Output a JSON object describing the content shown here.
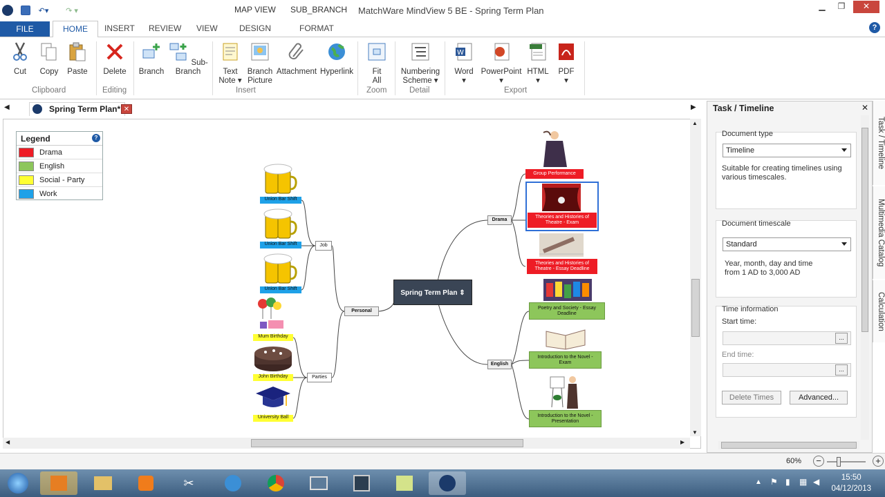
{
  "window": {
    "title": "MatchWare MindView 5 BE - Spring Term Plan",
    "context_tabs": [
      "MAP VIEW",
      "SUB_BRANCH"
    ]
  },
  "ribbon_tabs": [
    "FILE",
    "HOME",
    "INSERT",
    "REVIEW",
    "VIEW",
    "DESIGN",
    "FORMAT"
  ],
  "ribbon": {
    "clipboard": {
      "label": "Clipboard",
      "cut": "Cut",
      "copy": "Copy",
      "paste": "Paste"
    },
    "editing": {
      "label": "Editing",
      "delete": "Delete"
    },
    "insert": {
      "label": "Insert",
      "branch": "Branch",
      "sub_branch": "Sub-Branch",
      "text_note_1": "Text",
      "text_note_2": "Note",
      "branch_picture_1": "Branch",
      "branch_picture_2": "Picture",
      "attachment": "Attachment",
      "hyperlink": "Hyperlink"
    },
    "zoom": {
      "label": "Zoom",
      "fit_1": "Fit",
      "fit_2": "All"
    },
    "detail": {
      "label": "Detail",
      "numbering_1": "Numbering",
      "numbering_2": "Scheme"
    },
    "export": {
      "label": "Export",
      "word": "Word",
      "powerpoint": "PowerPoint",
      "html": "HTML",
      "pdf": "PDF"
    }
  },
  "document_tab": "Spring Term Plan*",
  "legend": {
    "title": "Legend",
    "items": [
      {
        "label": "Drama",
        "color": "#ee1c25"
      },
      {
        "label": "English",
        "color": "#8dc65b"
      },
      {
        "label": "Social - Party",
        "color": "#ffff33"
      },
      {
        "label": "Work",
        "color": "#1ea1e8"
      }
    ]
  },
  "mindmap": {
    "root": "Spring Term Plan",
    "branches": {
      "personal": "Personal",
      "job": "Job",
      "parties": "Parties",
      "drama": "Drama",
      "english": "English"
    },
    "leaves": {
      "union1": "Union Bar Shift",
      "union2": "Union Bar Shift",
      "union3": "Union Bar Shift",
      "mum": "Mum  Birthday",
      "john": "John Birthday",
      "ball": "University Ball",
      "group_perf": "Group Performance",
      "theories_exam_1": "Theories and Histories of",
      "theories_exam_2": "Theatre - Exam",
      "theories_essay_1": "Theories and Histories of",
      "theories_essay_2": "Theatre - Essay Deadline",
      "poetry_1": "Poetry and Society - Essay",
      "poetry_2": "Deadline",
      "novel_exam_1": "Introduction to the Novel -",
      "novel_exam_2": "Exam",
      "novel_pres_1": "Introduction to the Novel -",
      "novel_pres_2": "Presentation"
    }
  },
  "panel": {
    "title": "Task / Timeline",
    "doc_type_label": "Document type",
    "doc_type_value": "Timeline",
    "doc_type_desc_1": "Suitable for creating timelines using",
    "doc_type_desc_2": "various timescales.",
    "timescale_label": "Document timescale",
    "timescale_value": "Standard",
    "timescale_desc_1": "Year, month, day and time",
    "timescale_desc_2": "from 1 AD to 3,000 AD",
    "time_info_label": "Time information",
    "start_label": "Start time:",
    "end_label": "End time:",
    "browse": "...",
    "delete_times": "Delete Times",
    "advanced": "Advanced...",
    "side_tabs": [
      "Task / Timeline",
      "Multimedia Catalog",
      "Calculation"
    ]
  },
  "status": {
    "zoom": "60%"
  },
  "taskbar": {
    "time": "15:50",
    "date": "04/12/2013"
  }
}
